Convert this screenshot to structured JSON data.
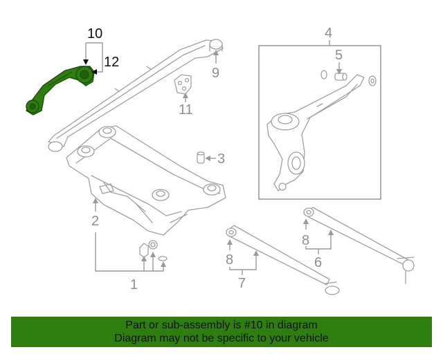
{
  "callouts": {
    "c1": "1",
    "c2": "2",
    "c3": "3",
    "c4": "4",
    "c5": "5",
    "c6": "6",
    "c7": "7",
    "c8a": "8",
    "c8b": "8",
    "c9": "9",
    "c10": "10",
    "c11": "11",
    "c12": "12"
  },
  "colors": {
    "highlight": "#2e7d0f",
    "line_art": "#a0a0a0",
    "callout_dark": "#111111"
  },
  "banner": {
    "line1": "Part or sub-assembly is #10 in diagram",
    "line2": "Diagram may not be specific to your vehicle"
  }
}
